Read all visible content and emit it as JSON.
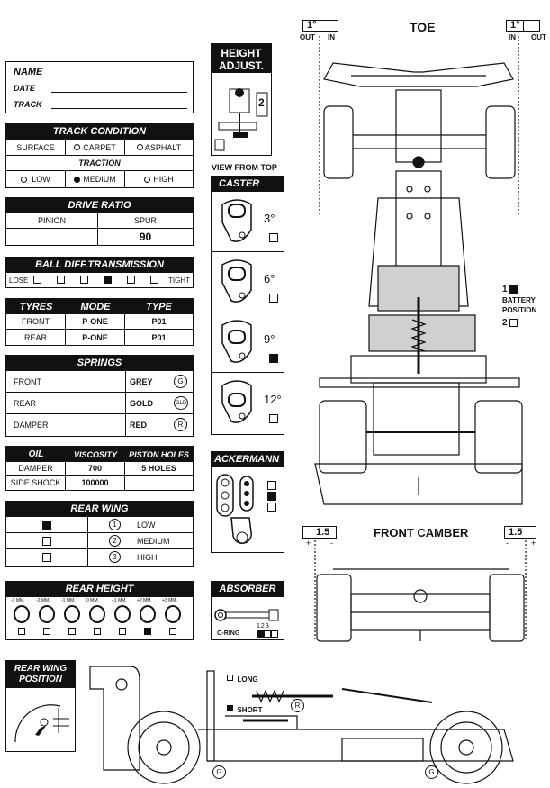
{
  "identity": {
    "name": "NAME",
    "date": "DATE",
    "track": "TRACK"
  },
  "track_condition": {
    "title": "TRACK CONDITION",
    "surface_label": "SURFACE",
    "carpet": "CARPET",
    "asphalt": "ASPHALT",
    "traction_label": "TRACTION",
    "low": "LOW",
    "medium": "MEDIUM",
    "high": "HIGH",
    "selected_traction": "MEDIUM"
  },
  "drive_ratio": {
    "title": "DRIVE RATIO",
    "pinion_label": "PINION",
    "spur_label": "SPUR",
    "pinion_value": "",
    "spur_value": "90"
  },
  "ball_diff": {
    "title": "BALL DIFF.TRANSMISSION",
    "lose": "LOSE",
    "tight": "TIGHT",
    "selected_index": 3
  },
  "tyres": {
    "headers": [
      "TYRES",
      "MODE",
      "TYPE"
    ],
    "rows": [
      {
        "pos": "FRONT",
        "mode": "P-ONE",
        "type": "P01"
      },
      {
        "pos": "REAR",
        "mode": "P-ONE",
        "type": "P01"
      }
    ]
  },
  "springs": {
    "title": "SPRINGS",
    "rows": [
      {
        "label": "FRONT",
        "color": "GREY",
        "code": "G"
      },
      {
        "label": "REAR",
        "color": "GOLD",
        "code": "GLD"
      },
      {
        "label": "DAMPER",
        "color": "RED",
        "code": "R"
      }
    ]
  },
  "oil": {
    "headers": [
      "OIL",
      "VISCOSITY",
      "PISTON HOLES"
    ],
    "rows": [
      {
        "label": "DAMPER",
        "viscosity": "700",
        "holes": "5 HOLES"
      },
      {
        "label": "SIDE SHOCK",
        "viscosity": "100000",
        "holes": ""
      }
    ]
  },
  "rear_wing": {
    "title": "REAR WING",
    "options": [
      {
        "num": "1",
        "label": "LOW",
        "selected": true
      },
      {
        "num": "2",
        "label": "MEDIUM",
        "selected": false
      },
      {
        "num": "3",
        "label": "HIGH",
        "selected": false
      }
    ]
  },
  "rear_height": {
    "title": "REAR HEIGHT",
    "labels": [
      "-3 MM.",
      "-2 MM.",
      "-1 MM.",
      "0 MM.",
      "+1 MM.",
      "+2 MM.",
      "+3 MM."
    ],
    "selected_index": 5
  },
  "rear_wing_position": {
    "title_line1": "REAR WING",
    "title_line2": "POSITION"
  },
  "height_adjust": {
    "title_line1": "HEIGHT",
    "title_line2": "ADJUST.",
    "marker": "2",
    "view": "VIEW FROM TOP"
  },
  "caster": {
    "title": "CASTER",
    "options": [
      {
        "label": "3°",
        "selected": false
      },
      {
        "label": "6°",
        "selected": false
      },
      {
        "label": "9°",
        "selected": true
      },
      {
        "label": "12°",
        "selected": false
      }
    ]
  },
  "ackermann": {
    "title": "ACKERMANN",
    "selected_index": 1
  },
  "absorber": {
    "title": "ABSORBER",
    "oring_label": "O-RING",
    "positions": [
      "1",
      "2",
      "3"
    ],
    "selected_index": 0
  },
  "toe": {
    "title": "TOE",
    "left_value": "1°",
    "right_value": "1°",
    "out": "OUT",
    "in": "IN"
  },
  "battery": {
    "opt1": "1",
    "opt2": "2",
    "label_line1": "BATTERY",
    "label_line2": "POSITION",
    "selected": 1
  },
  "front_camber": {
    "title": "FRONT CAMBER",
    "left_value": "1.5",
    "right_value": "1.5",
    "plus": "+",
    "minus": "-"
  },
  "side_view": {
    "long": "LONG",
    "short": "SHORT",
    "damper_code": "R",
    "front_code": "G",
    "rear_code": "G"
  }
}
